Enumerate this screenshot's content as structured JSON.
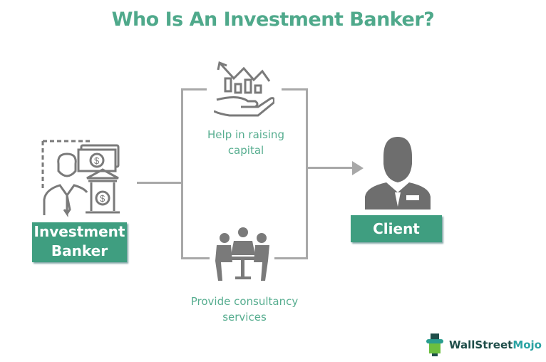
{
  "title": "Who Is An Investment Banker?",
  "left_node": {
    "line1": "Investment",
    "line2": "Banker"
  },
  "right_node": {
    "label": "Client"
  },
  "steps": [
    {
      "line1": "Help in raising",
      "line2": "capital",
      "icon": "hand-with-chart-icon"
    },
    {
      "line1": "Provide consultancy",
      "line2": "services",
      "icon": "meeting-icon"
    }
  ],
  "brand": {
    "part1": "WallStreet",
    "part2": "Mojo"
  },
  "colors": {
    "accent": "#3f9e80",
    "text": "#56ad8f",
    "line": "#a8a8a8",
    "icon": "#7a7a7a"
  }
}
